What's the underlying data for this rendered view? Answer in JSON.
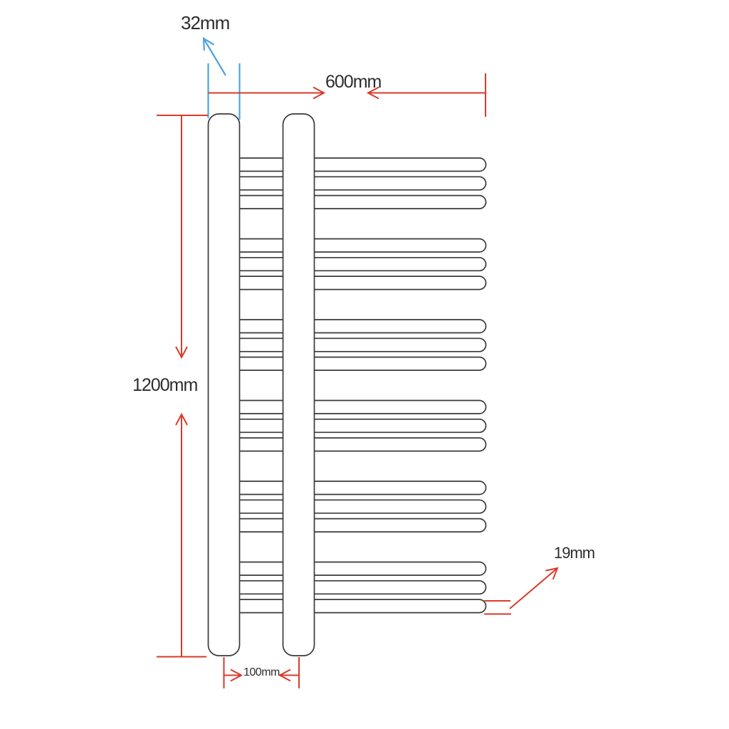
{
  "diagram": {
    "kind": "technical dimension drawing",
    "subject": "ladder towel radiator, front elevation",
    "dimensions": {
      "tube_width": {
        "label": "32mm"
      },
      "overall_width": {
        "label": "600mm"
      },
      "overall_height": {
        "label": "1200mm"
      },
      "centre_spacing": {
        "label": "100mm"
      },
      "rail_diameter": {
        "label": "19mm"
      }
    },
    "structure": {
      "vertical_tubes": 2,
      "rail_groups": 6,
      "rails_per_group": 3
    },
    "colors": {
      "dimension_red": "#d93a2b",
      "highlight_blue": "#4da3dd",
      "outline": "#3a3a3a",
      "label_text": "#2d2d2d",
      "background": "#ffffff"
    }
  }
}
